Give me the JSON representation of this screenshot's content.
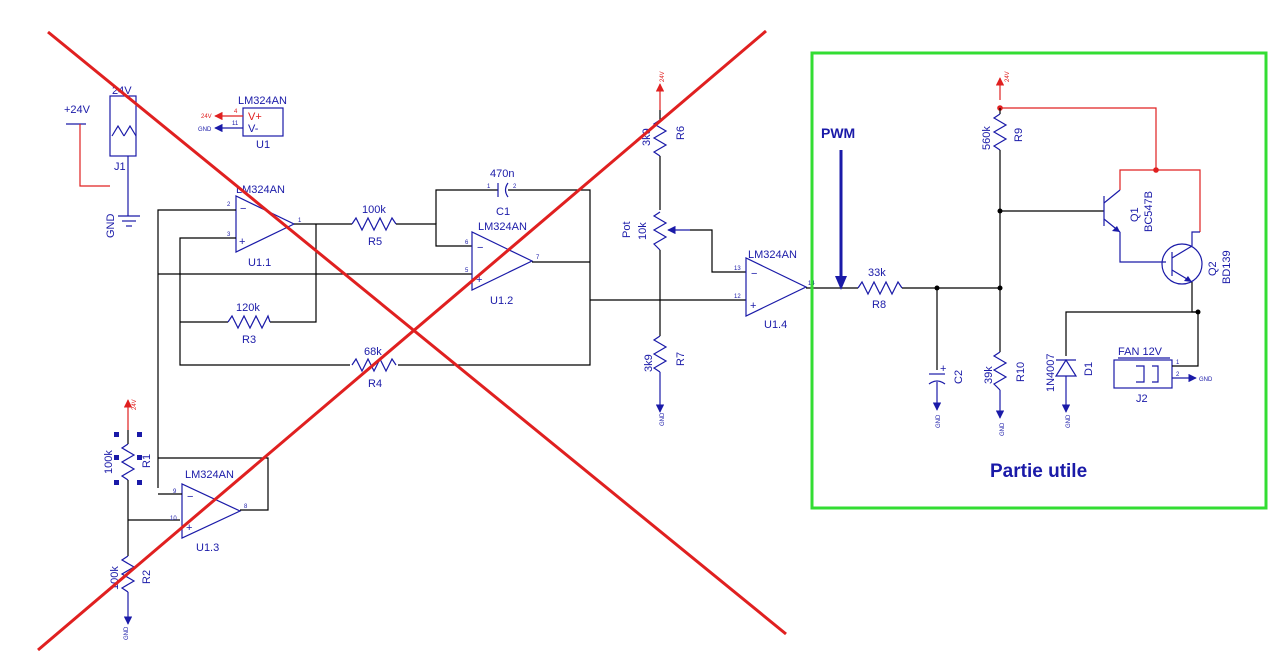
{
  "colors": {
    "wire": "#000000",
    "component": "#1a1aa8",
    "power": "#e02020",
    "frame": "#33dd33",
    "cross": "#e02020"
  },
  "power": {
    "v24": "+24V",
    "v24_short": "24V",
    "v24_tiny": "24V",
    "gnd": "GND"
  },
  "j1": {
    "ref": "J1"
  },
  "u1": {
    "part": "LM324AN",
    "ref": "U1",
    "vplus": "V+",
    "vminus": "V-",
    "pin4": "4",
    "pin11": "11"
  },
  "u1_1": {
    "part": "LM324AN",
    "ref": "U1.1",
    "pin2": "2",
    "pin3": "3",
    "pin1": "1"
  },
  "u1_2": {
    "part": "LM324AN",
    "ref": "U1.2",
    "pin6": "6",
    "pin5": "5",
    "pin7": "7"
  },
  "u1_3": {
    "part": "LM324AN",
    "ref": "U1.3",
    "pin9": "9",
    "pin10": "10",
    "pin8": "8"
  },
  "u1_4": {
    "part": "LM324AN",
    "ref": "U1.4",
    "pin13": "13",
    "pin12": "12",
    "pin14": "14"
  },
  "c1": {
    "value": "470n",
    "ref": "C1",
    "pin1": "1",
    "pin2": "2"
  },
  "r5": {
    "value": "100k",
    "ref": "R5"
  },
  "r3": {
    "value": "120k",
    "ref": "R3"
  },
  "r4": {
    "value": "68k",
    "ref": "R4"
  },
  "r1": {
    "value": "100k",
    "ref": "R1"
  },
  "r2": {
    "value": "100k",
    "ref": "R2"
  },
  "r6": {
    "value": "3k9",
    "ref": "R6"
  },
  "pot": {
    "name": "Pot",
    "value": "10k"
  },
  "r7": {
    "value": "3k9",
    "ref": "R7"
  },
  "r8": {
    "value": "33k",
    "ref": "R8"
  },
  "r9": {
    "value": "560k",
    "ref": "R9"
  },
  "r10": {
    "value": "39k",
    "ref": "R10"
  },
  "c2": {
    "ref": "C2"
  },
  "d1": {
    "part": "1N4007",
    "ref": "D1"
  },
  "q1": {
    "ref": "Q1",
    "part": "BC547B"
  },
  "q2": {
    "ref": "Q2",
    "part": "BD139"
  },
  "j2": {
    "name": "FAN 12V",
    "ref": "J2",
    "pin1": "1",
    "pin2": "2"
  },
  "pwm": "PWM",
  "useful_label": "Partie utile"
}
